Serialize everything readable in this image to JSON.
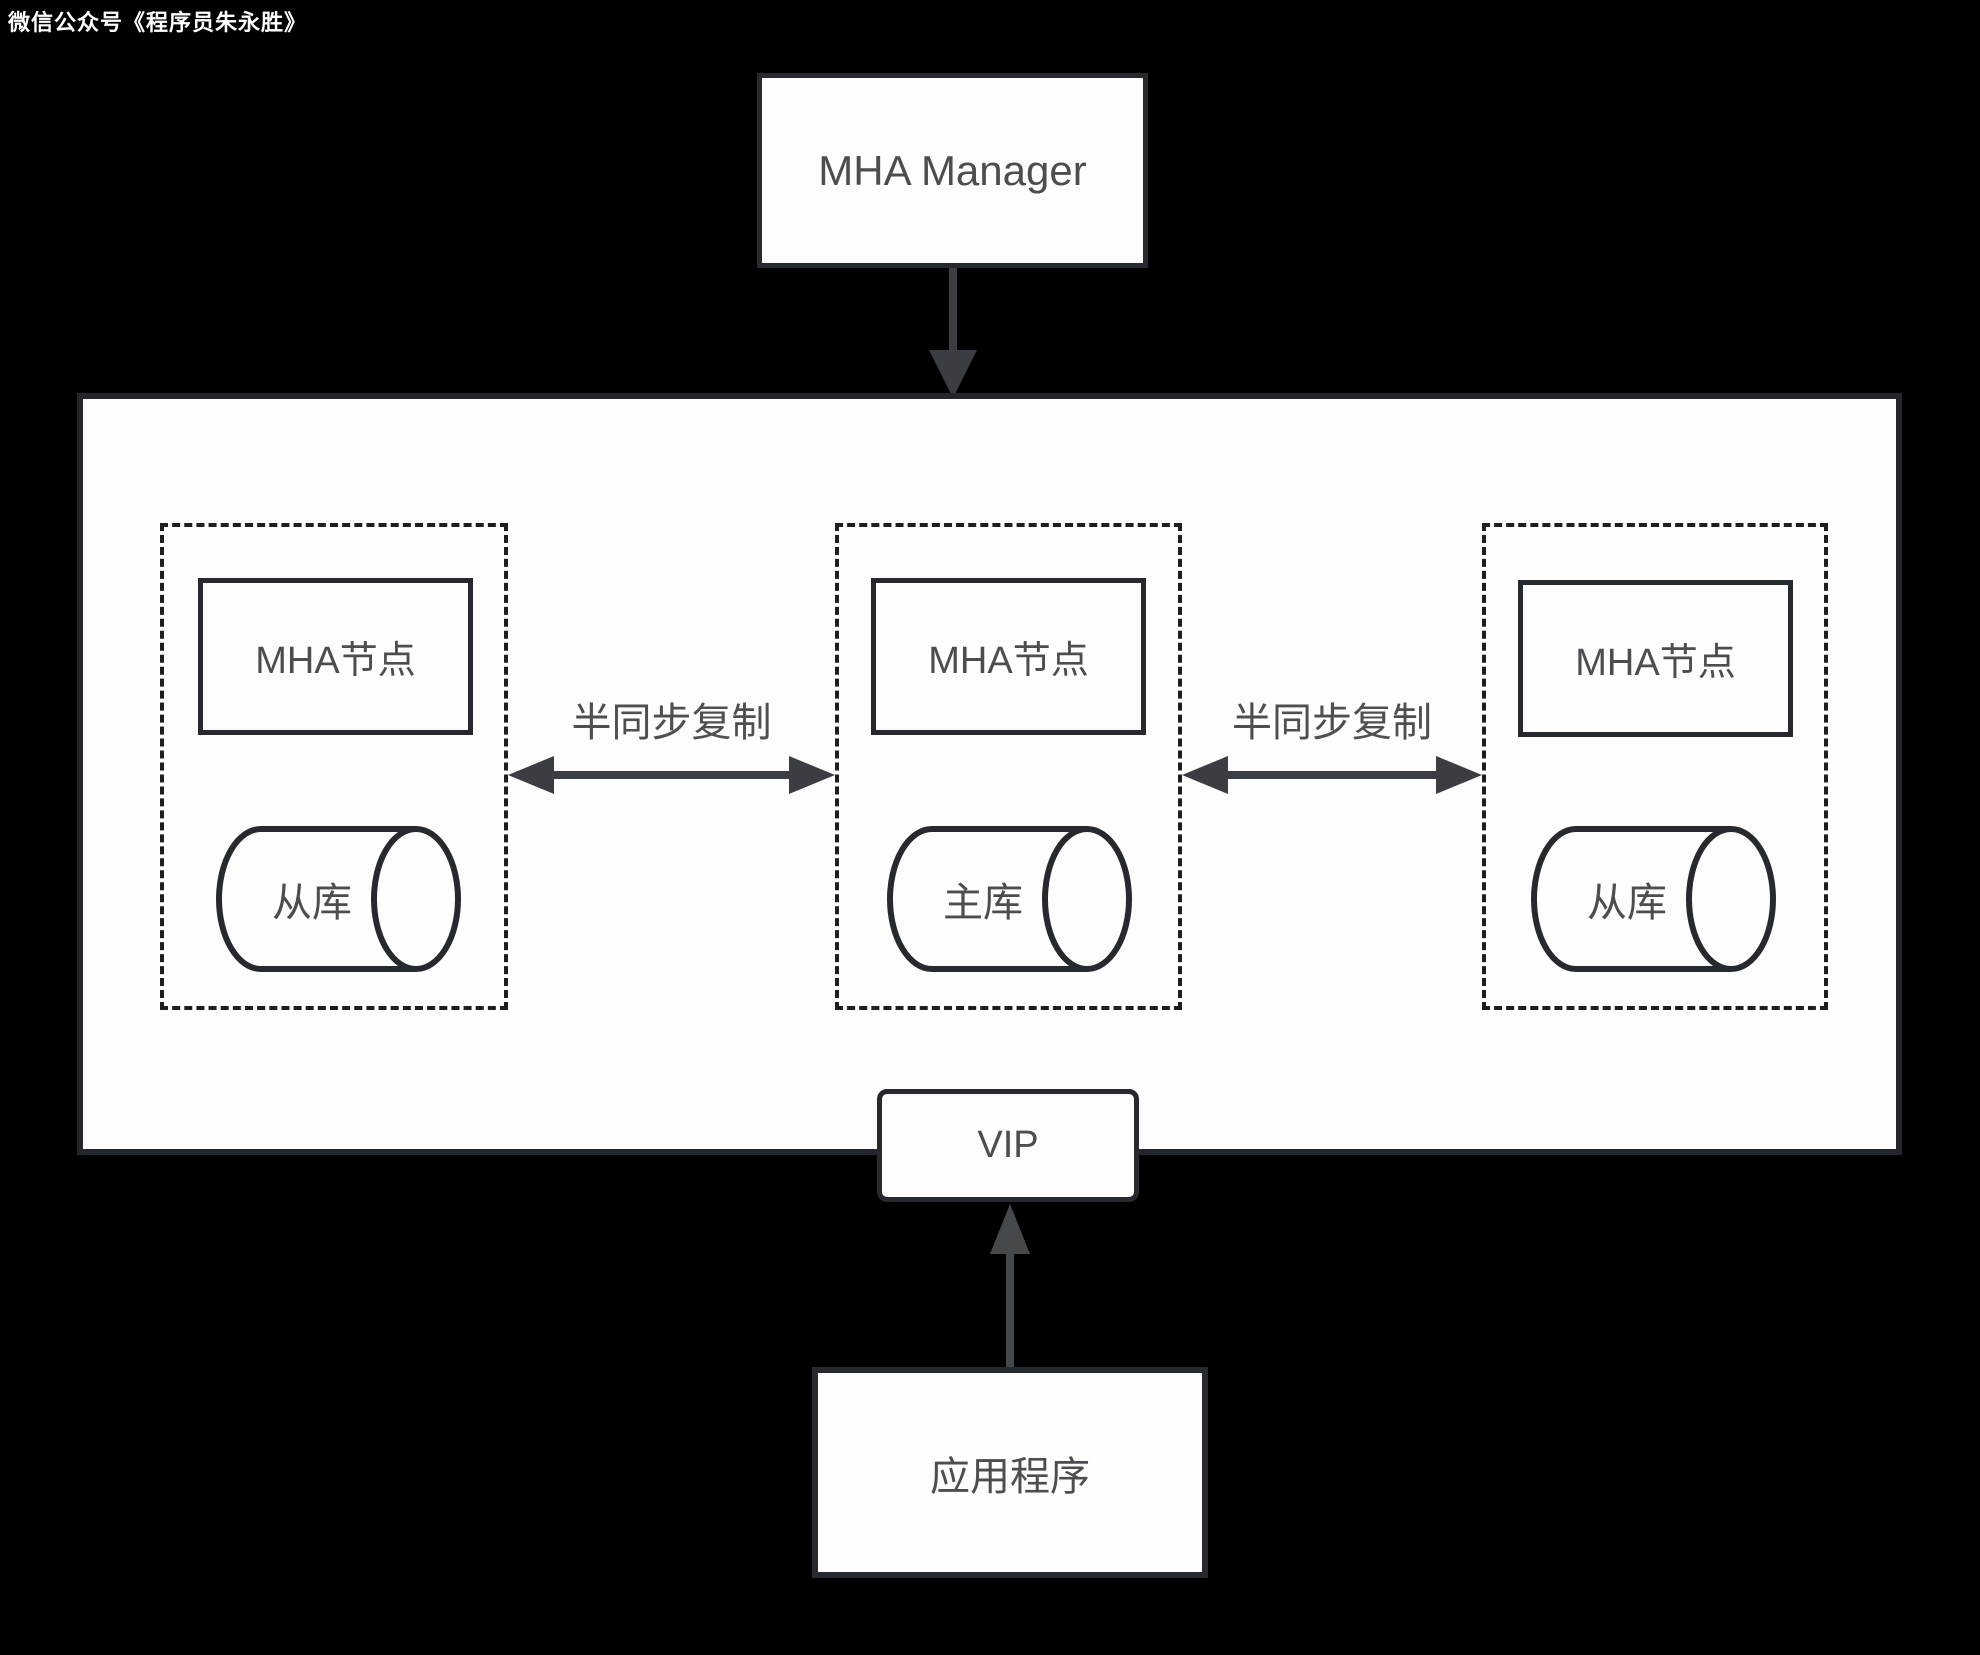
{
  "watermark": "微信公众号《程序员朱永胜》",
  "manager": {
    "label": "MHA Manager"
  },
  "cluster": {
    "nodes": [
      {
        "agent_label": "MHA节点",
        "db_label": "从库"
      },
      {
        "agent_label": "MHA节点",
        "db_label": "主库"
      },
      {
        "agent_label": "MHA节点",
        "db_label": "从库"
      }
    ],
    "links": [
      {
        "label": "半同步复制"
      },
      {
        "label": "半同步复制"
      }
    ],
    "vip_label": "VIP"
  },
  "application": {
    "label": "应用程序"
  },
  "colors": {
    "background": "#000000",
    "surface": "#fdfdfe",
    "box_border": "#26292e",
    "dashed_border": "#1c1e22",
    "text": "#4b4e51",
    "arrow": "#3a3d41",
    "watermark_text": "#ffffff"
  }
}
